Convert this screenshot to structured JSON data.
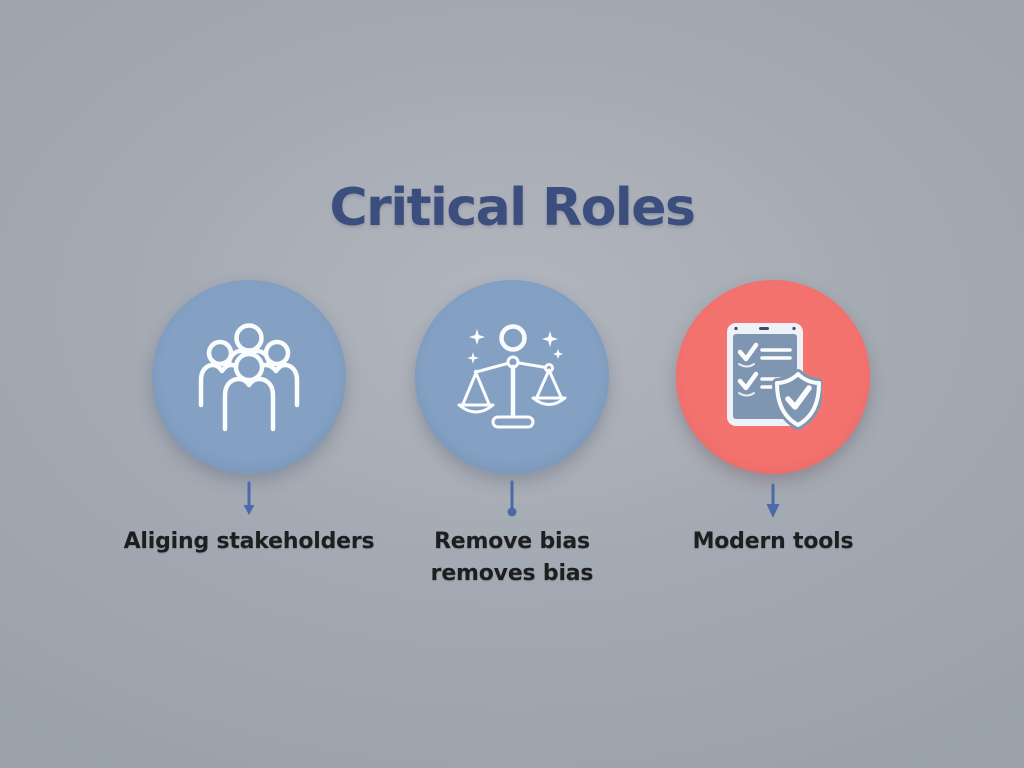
{
  "title": "Critical Roles",
  "colors": {
    "title_color": "#3b4e7e",
    "circle_blue": "#84a1c4",
    "circle_red": "#f4736f",
    "icon_stroke": "#fbfcfd",
    "arrow_color": "#4b6aa9",
    "label_color": "#1d1e20",
    "tablet_frame": "#eef1f6",
    "tablet_screen": "#7f96b3",
    "tablet_dash": "#3e4c66"
  },
  "items": [
    {
      "name": "stakeholders",
      "icon": "people-group-icon",
      "circle": "blue",
      "arrow_style": "small-arrowhead",
      "label_line1": "Aliging stakeholders",
      "label_line2": ""
    },
    {
      "name": "bias",
      "icon": "balance-scale-icon",
      "circle": "blue",
      "arrow_style": "dot",
      "label_line1": "Remove bias",
      "label_line2": "removes bias"
    },
    {
      "name": "tools",
      "icon": "checklist-shield-icon",
      "circle": "red",
      "arrow_style": "arrowhead",
      "label_line1": "Modern tools",
      "label_line2": ""
    }
  ]
}
